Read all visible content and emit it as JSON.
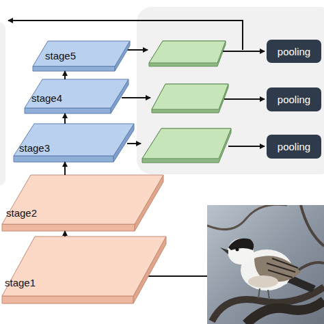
{
  "diagram": {
    "nodes": [
      {
        "text": [
          "stage5"
        ]
      },
      {
        "text": [
          "pooling"
        ]
      },
      {
        "text": [
          "stage4"
        ]
      },
      {
        "text": [
          "pooling"
        ]
      },
      {
        "text": [
          "stage3"
        ]
      },
      {
        "text": [
          "pooling"
        ]
      },
      {
        "text": [
          "stage2"
        ]
      },
      {
        "text": [
          "stage1"
        ]
      }
    ],
    "edges": [
      {
        "from": 7,
        "to": 6,
        "arrow": "to"
      },
      {
        "from": 6,
        "to": 4,
        "arrow": "to"
      },
      {
        "from": 4,
        "to": 2,
        "arrow": "to"
      },
      {
        "from": 2,
        "to": 0,
        "arrow": "to"
      }
    ]
  }
}
